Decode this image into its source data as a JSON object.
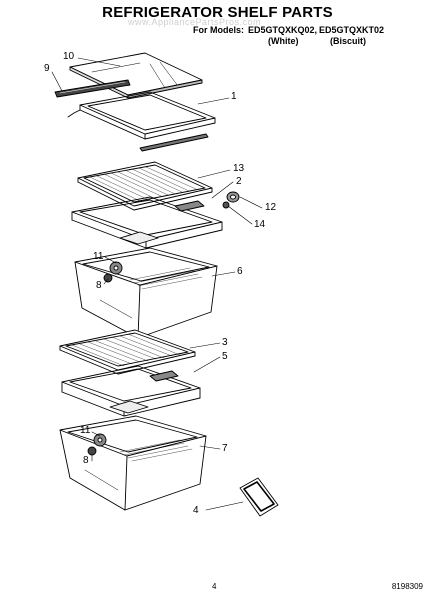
{
  "title": "REFRIGERATOR SHELF PARTS",
  "watermark": "www.AppliancePartsPros.com",
  "models": {
    "label": "For Models:",
    "model_a": "ED5GTQXKQ02,",
    "model_b": "ED5GTQXKT02",
    "color_a": "(White)",
    "color_b": "(Biscuit)"
  },
  "callouts": {
    "c10": "10",
    "c9": "9",
    "c1": "1",
    "c13": "13",
    "c2": "2",
    "c12": "12",
    "c14": "14",
    "c11a": "11",
    "c8a": "8",
    "c6": "6",
    "c3": "3",
    "c5": "5",
    "c11b": "11",
    "c8b": "8",
    "c7": "7",
    "c4": "4"
  },
  "footer": {
    "page": "4",
    "doc": "8198309"
  }
}
